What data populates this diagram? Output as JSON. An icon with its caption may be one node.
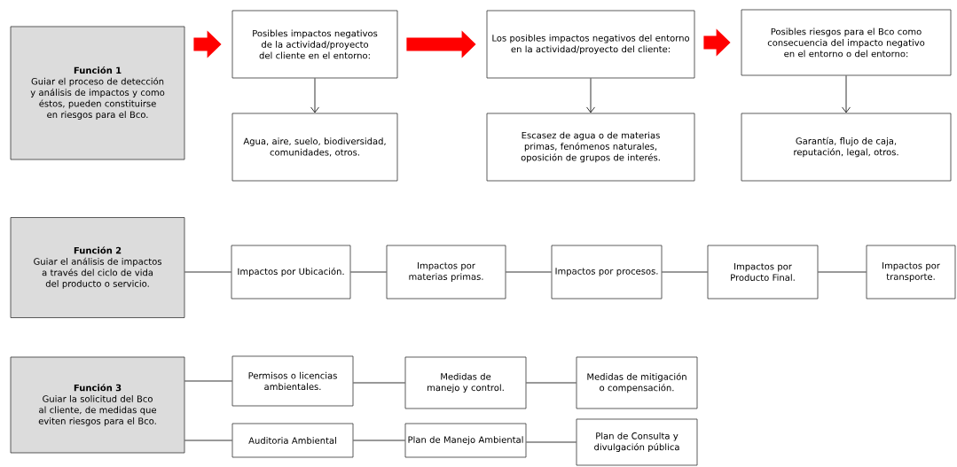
{
  "diagram": {
    "nodes": [
      {
        "text": [
          "Función 1",
          "Guiar el proceso de detección y análisis de impactos y como éstos, pueden constituirse en riesgos para el Bco."
        ]
      },
      {
        "text": [
          "Posibles impactos negativos de la actividad/proyecto del cliente en el entorno:"
        ]
      },
      {
        "text": [
          "Los posibles impactos negativos del entorno en la actividad/proyecto del cliente:"
        ]
      },
      {
        "text": [
          "Posibles riesgos para el Bco como consecuencia del impacto negativo en el entorno o del entorno:"
        ]
      },
      {
        "text": [
          "Agua, aire, suelo, biodiversidad, comunidades, otros."
        ]
      },
      {
        "text": [
          "Escasez de agua o de materias primas, fenómenos naturales, oposición de grupos de interés."
        ]
      },
      {
        "text": [
          "Garantía, flujo de caja, reputación, legal, otros."
        ]
      },
      {
        "text": [
          "Función 2",
          "Guiar el análisis de impactos a través del ciclo de vida del producto o servicio."
        ]
      },
      {
        "text": [
          "Impactos por Ubicación."
        ]
      },
      {
        "text": [
          "Impactos por materias primas."
        ]
      },
      {
        "text": [
          "Impactos por procesos."
        ]
      },
      {
        "text": [
          "Impactos por Producto Final."
        ]
      },
      {
        "text": [
          "Impactos por transporte."
        ]
      },
      {
        "text": [
          "Función 3",
          "Guiar la solicitud del Bco al cliente, de medidas que eviten riesgos para el Bco."
        ]
      },
      {
        "text": [
          "Permisos o licencias ambientales."
        ]
      },
      {
        "text": [
          "Medidas de manejo y control."
        ]
      },
      {
        "text": [
          "Medidas de mitigación o compensación."
        ]
      },
      {
        "text": [
          "Auditoria Ambiental"
        ]
      },
      {
        "text": [
          "Plan de Manejo Ambiental"
        ]
      },
      {
        "text": [
          "Plan de Consulta y divulgación pública"
        ]
      }
    ],
    "edges": [
      {
        "from": 0,
        "to": 1,
        "arrow": "to",
        "style": "thick",
        "color": "#ff0000"
      },
      {
        "from": 1,
        "to": 2,
        "arrow": "to",
        "style": "thick",
        "color": "#ff0000"
      },
      {
        "from": 2,
        "to": 3,
        "arrow": "to",
        "style": "thick",
        "color": "#ff0000"
      },
      {
        "from": 1,
        "to": 4,
        "arrow": "to"
      },
      {
        "from": 2,
        "to": 5,
        "arrow": "to"
      },
      {
        "from": 3,
        "to": 6,
        "arrow": "to"
      },
      {
        "from": 7,
        "to": 8,
        "arrow": "none"
      },
      {
        "from": 8,
        "to": 9,
        "arrow": "none"
      },
      {
        "from": 9,
        "to": 10,
        "arrow": "none"
      },
      {
        "from": 10,
        "to": 11,
        "arrow": "none"
      },
      {
        "from": 11,
        "to": 12,
        "arrow": "none"
      },
      {
        "from": 13,
        "to": 14,
        "arrow": "none"
      },
      {
        "from": 14,
        "to": 15,
        "arrow": "none"
      },
      {
        "from": 15,
        "to": 16,
        "arrow": "none"
      },
      {
        "from": 13,
        "to": 17,
        "arrow": "none"
      },
      {
        "from": 17,
        "to": 18,
        "arrow": "none"
      },
      {
        "from": 18,
        "to": 19,
        "arrow": "none"
      }
    ]
  }
}
